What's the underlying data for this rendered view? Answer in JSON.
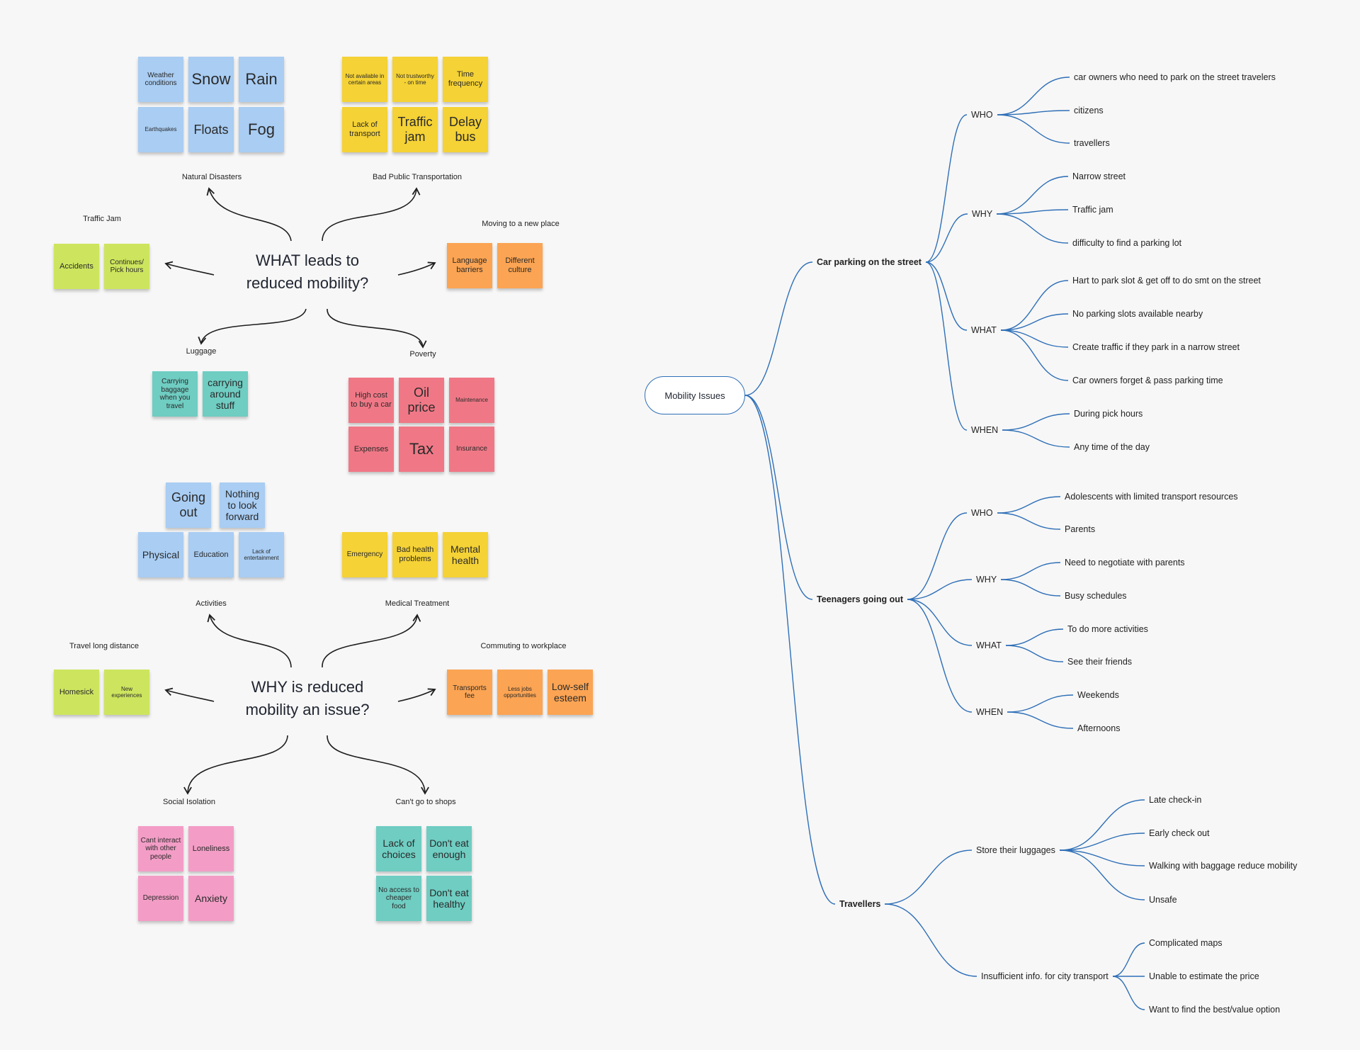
{
  "left": {
    "question1": {
      "line1": "WHAT leads to",
      "line2": "reduced mobility?"
    },
    "question2": {
      "line1": "WHY is reduced",
      "line2": "mobility an issue?"
    },
    "labels": {
      "natural_disasters": "Natural Disasters",
      "bad_public_transport": "Bad Public Transportation",
      "traffic_jam": "Traffic Jam",
      "moving": "Moving to a new place",
      "luggage": "Luggage",
      "poverty": "Poverty",
      "activities": "Activities",
      "medical": "Medical Treatment",
      "travel_long": "Travel long distance",
      "commuting": "Commuting to workplace",
      "social_isolation": "Social Isolation",
      "cant_shops": "Can't go to shops"
    },
    "notes": {
      "weather": "Weather conditions",
      "snow": "Snow",
      "rain": "Rain",
      "earthquakes": "Earthquakes",
      "floats": "Floats",
      "fog": "Fog",
      "not_available": "Not available in certain areas",
      "not_trustworthy": "Not trustworthy - on time",
      "time_frequency": "Time frequency",
      "lack_transport": "Lack of transport",
      "traffic_jam": "Traffic jam",
      "delay_bus": "Delay bus",
      "accidents": "Accidents",
      "continues": "Continues/ Pick hours",
      "language": "Language barriers",
      "culture": "Different culture",
      "carrying_baggage": "Carrying baggage when you travel",
      "carrying_stuff": "carrying around stuff",
      "high_cost": "High cost to buy a car",
      "oil_price": "Oil price",
      "maintenance": "Maintenance",
      "expenses": "Expenses",
      "tax": "Tax",
      "insurance": "Insurance",
      "going_out": "Going out",
      "nothing": "Nothing to look forward",
      "physical": "Physical",
      "education": "Education",
      "lack_entertainment": "Lack of entertainment",
      "emergency": "Emergency",
      "bad_health": "Bad health problems",
      "mental": "Mental health",
      "homesick": "Homesick",
      "new_exp": "New experiences",
      "transports_fee": "Transports fee",
      "less_jobs": "Less jobs opportunities",
      "low_self": "Low-self esteem",
      "cant_interact": "Cant interact with other people",
      "loneliness": "Loneliness",
      "depression": "Depression",
      "anxiety": "Anxiety",
      "lack_choices": "Lack of choices",
      "dont_eat_enough": "Don't eat enough",
      "no_access": "No access to cheaper food",
      "dont_eat_healthy": "Don't eat healthy"
    }
  },
  "mindmap": {
    "root": "Mobility Issues",
    "car": {
      "title": "Car parking on the street",
      "who": "WHO",
      "why": "WHY",
      "what": "WHAT",
      "when": "WHEN",
      "who_items": [
        "car owners who need to park on the street  travelers",
        "citizens",
        "travellers"
      ],
      "why_items": [
        "Narrow street",
        "Traffic jam",
        "difficulty to find a parking lot"
      ],
      "what_items": [
        "Hart to park slot & get off to do smt on the street",
        "No parking slots available nearby",
        "Create traffic if they park in a narrow street",
        "Car owners forget & pass parking time"
      ],
      "when_items": [
        "During pick hours",
        "Any time of the day"
      ]
    },
    "teen": {
      "title": "Teenagers going out",
      "who": "WHO",
      "why": "WHY",
      "what": "WHAT",
      "when": "WHEN",
      "who_items": [
        "Adolescents with limited transport resources",
        "Parents"
      ],
      "why_items": [
        "Need to negotiate with parents",
        "Busy schedules"
      ],
      "what_items": [
        "To do more activities",
        "See their friends"
      ],
      "when_items": [
        "Weekends",
        "Afternoons"
      ]
    },
    "travel": {
      "title": "Travellers",
      "store": "Store their luggages",
      "store_items": [
        "Late check-in",
        "Early check out",
        "Walking with baggage reduce mobility",
        "Unsafe"
      ],
      "info": "Insufficient info. for city transport",
      "info_items": [
        "Complicated maps",
        "Unable to estimate the price",
        "Want to find the best/value option"
      ]
    }
  },
  "colors": {
    "blue": "#a9cdf3",
    "yellow": "#f5d235",
    "green": "#cde55e",
    "orange": "#fba453",
    "teal": "#6fcdc2",
    "red": "#f07886",
    "pink": "#f39dc6",
    "mindmap_line": "#2e6fb7"
  }
}
